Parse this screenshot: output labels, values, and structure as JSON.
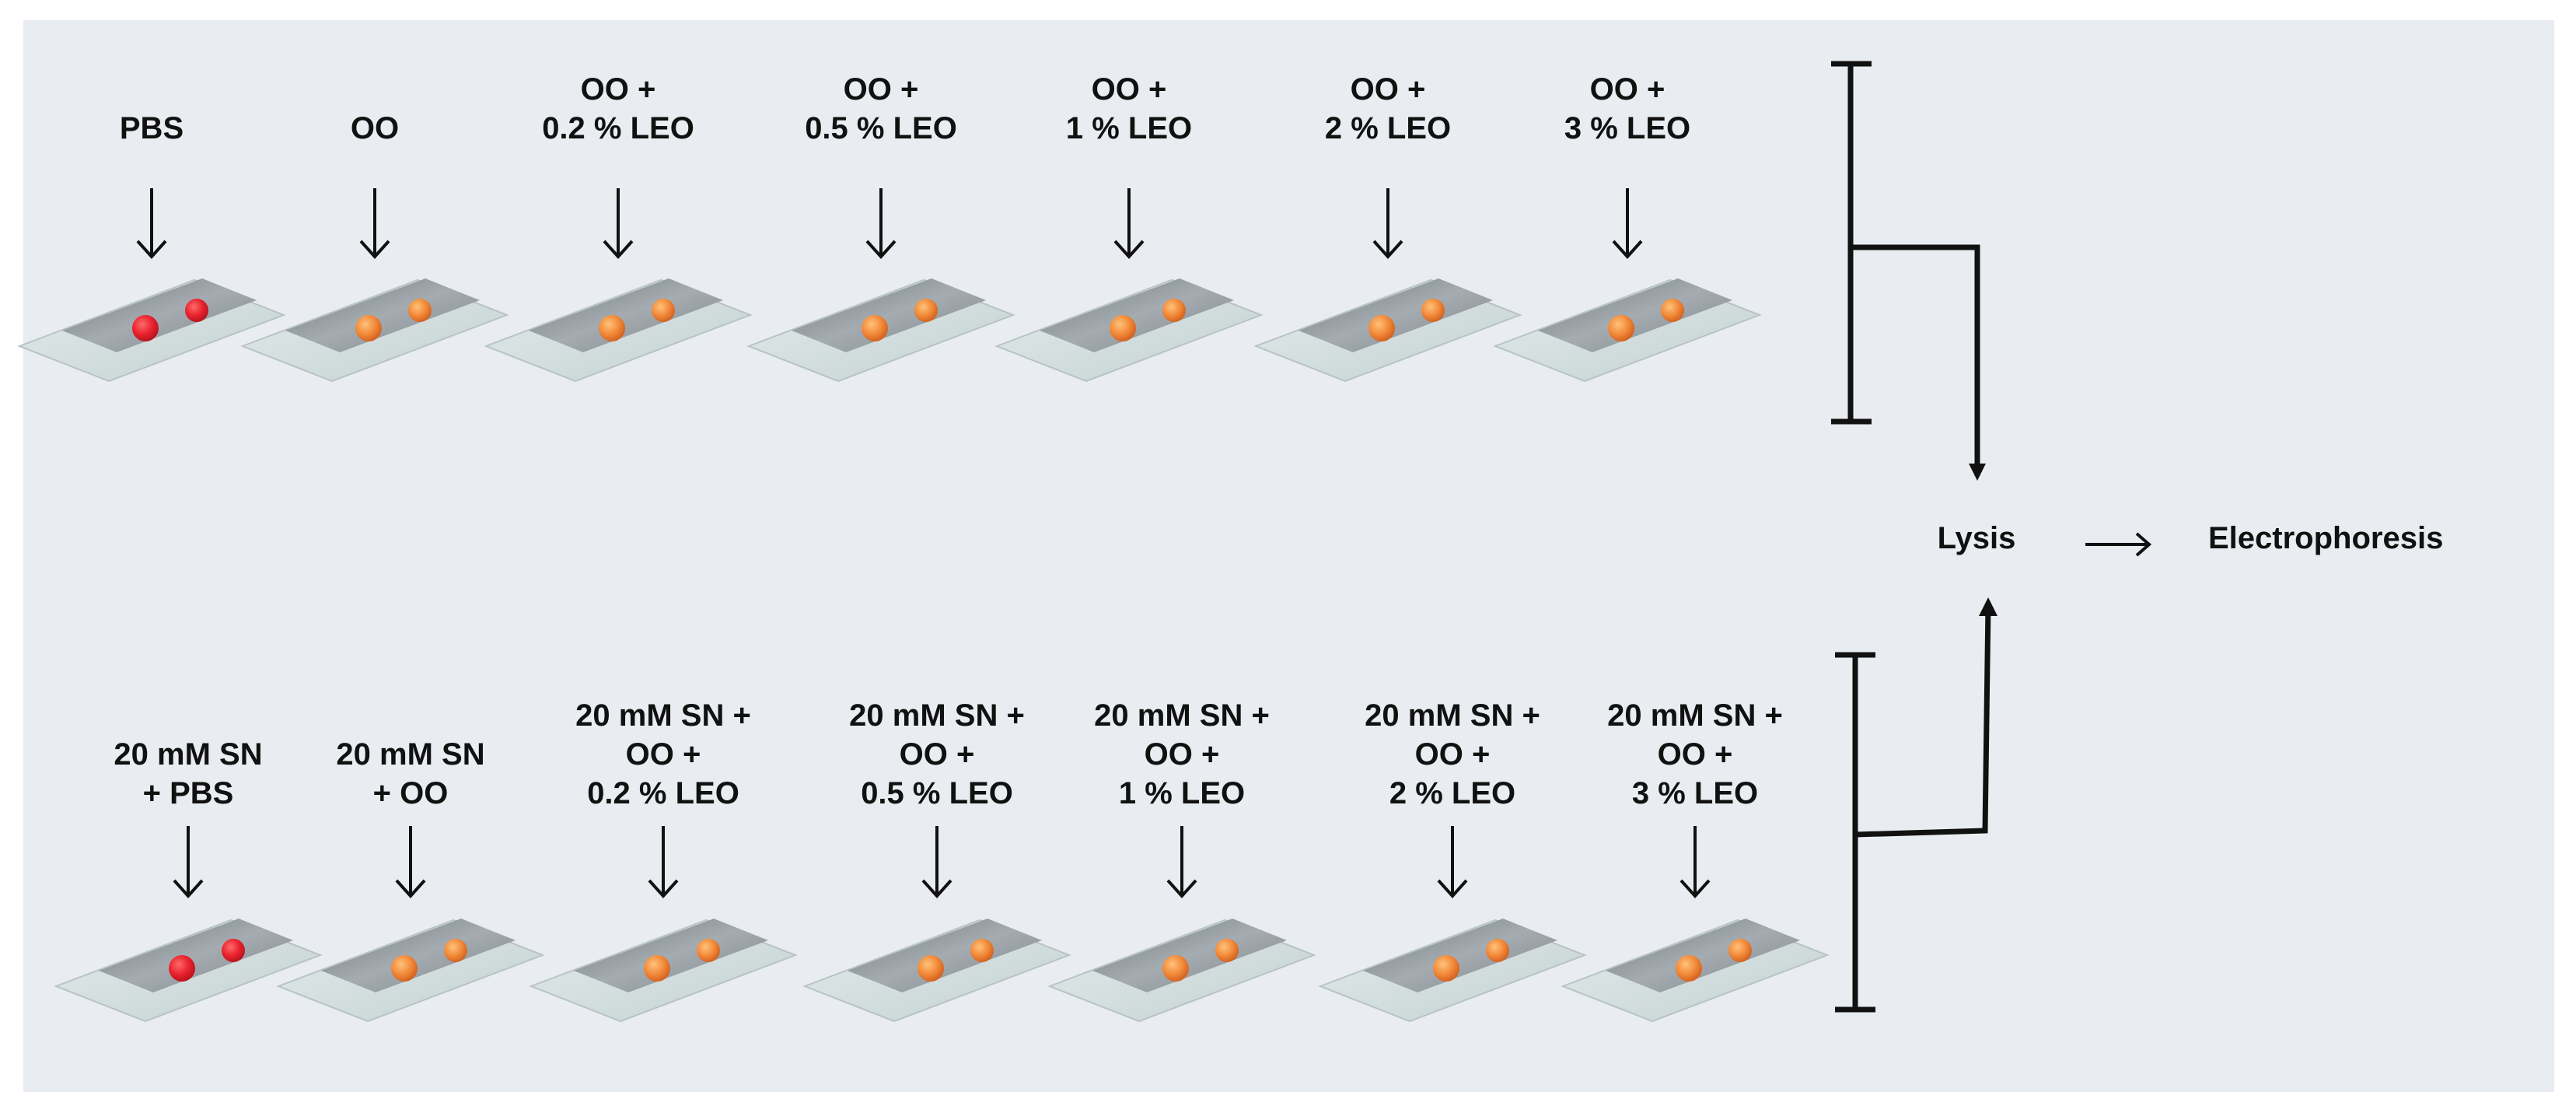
{
  "top_row": {
    "samples": [
      {
        "lines": [
          "PBS"
        ],
        "bead_color": "red"
      },
      {
        "lines": [
          "OO"
        ],
        "bead_color": "orange"
      },
      {
        "lines": [
          "OO +",
          "0.2 % LEO"
        ],
        "bead_color": "orange"
      },
      {
        "lines": [
          "OO +",
          "0.5 % LEO"
        ],
        "bead_color": "orange"
      },
      {
        "lines": [
          "OO +",
          "1 % LEO"
        ],
        "bead_color": "orange"
      },
      {
        "lines": [
          "OO +",
          "2 % LEO"
        ],
        "bead_color": "orange"
      },
      {
        "lines": [
          "OO +",
          "3 % LEO"
        ],
        "bead_color": "orange"
      }
    ]
  },
  "bottom_row": {
    "samples": [
      {
        "lines": [
          "20 mM SN",
          "+ PBS"
        ],
        "bead_color": "red"
      },
      {
        "lines": [
          "20 mM SN",
          "+ OO"
        ],
        "bead_color": "orange"
      },
      {
        "lines": [
          "20 mM SN +",
          "OO +",
          "0.2 % LEO"
        ],
        "bead_color": "orange"
      },
      {
        "lines": [
          "20 mM SN +",
          "OO +",
          "0.5 % LEO"
        ],
        "bead_color": "orange"
      },
      {
        "lines": [
          "20 mM SN +",
          "OO +",
          "1 % LEO"
        ],
        "bead_color": "orange"
      },
      {
        "lines": [
          "20 mM SN +",
          "OO +",
          "2 % LEO"
        ],
        "bead_color": "orange"
      },
      {
        "lines": [
          "20 mM SN +",
          "OO +",
          "3 % LEO"
        ],
        "bead_color": "orange"
      }
    ]
  },
  "process": {
    "step1": "Lysis",
    "step2": "Electrophoresis"
  },
  "colors": {
    "background": "#e9ecf1",
    "ink": "#111111",
    "bead_red": "#e8222e",
    "bead_orange": "#f08a3a",
    "slide": "#cfdadb",
    "slide_well": "#8d949a"
  }
}
